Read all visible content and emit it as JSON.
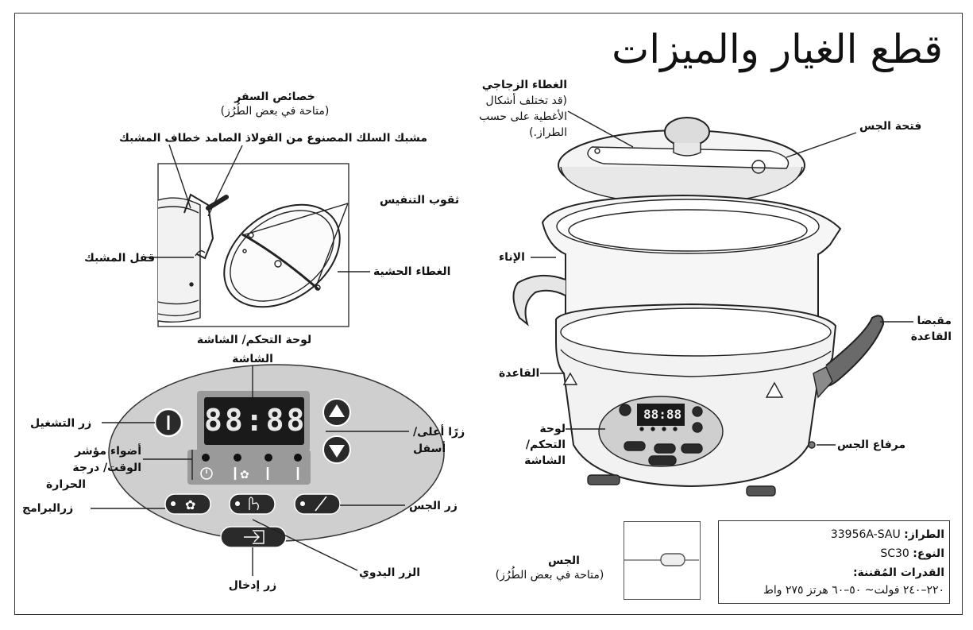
{
  "title": "قطع الغيار والميزات",
  "travel": {
    "heading": "خصائص السفر",
    "note": "(متاحة في بعض الطُرُز)",
    "clip_hook": "خطاف المشبك",
    "wire_clip": "مشبك السلك المصنوع من الفولاذ الصامد",
    "vent_holes": "ثقوب التنفيس",
    "clip_lock": "قفل المشبك",
    "gasket_lid": "الغطاء الحشية"
  },
  "panel": {
    "heading": "لوحة التحكم/ الشاشة",
    "display": "الشاشة",
    "display_value": "88:88",
    "power_button": "زر التشغيل",
    "indicator_lights": [
      "أضواء مؤشر",
      "الوقت/ درجة",
      "الحرارة"
    ],
    "up_down": [
      "زرًا أعلى/",
      "أسفل"
    ],
    "program_button": "زرالبرامج",
    "probe_button": "زر الجس",
    "manual_button": "الزر اليدوي",
    "enter_button": "زر إدخال"
  },
  "cooker": {
    "glass_lid": "الغطاء الزجاجي",
    "glass_lid_note": [
      "(قد تختلف أشكال",
      "الأغطية على حسب",
      "الطراز.)"
    ],
    "probe_opening": "فتحة الجس",
    "crock": "الإناء",
    "base_handles": [
      "مقبضا",
      "القاعدة"
    ],
    "base": "القاعدة",
    "control_panel": [
      "لوحة",
      "التحكم/",
      "الشاشة"
    ],
    "probe_lift": "مرفاع الجس",
    "mini_display": "88:88"
  },
  "probe": {
    "label": "الجس",
    "note": "(متاحة في بعض الطُرُز)"
  },
  "specs": {
    "model_label": "الطراز:",
    "model_value": "33956A-SAU",
    "type_label": "النوع:",
    "type_value": "SC30",
    "ratings_label": "القدرات المُقننة:",
    "ratings_value": "٢٢٠–٢٤٠ فولت~ ٥٠–٦٠ هرتز ٢٧٥ واط"
  },
  "colors": {
    "panel_fill": "#cfcfcf",
    "display_bg": "#1a1a1a",
    "button_fill": "#2a2a2a",
    "line": "#222222"
  }
}
